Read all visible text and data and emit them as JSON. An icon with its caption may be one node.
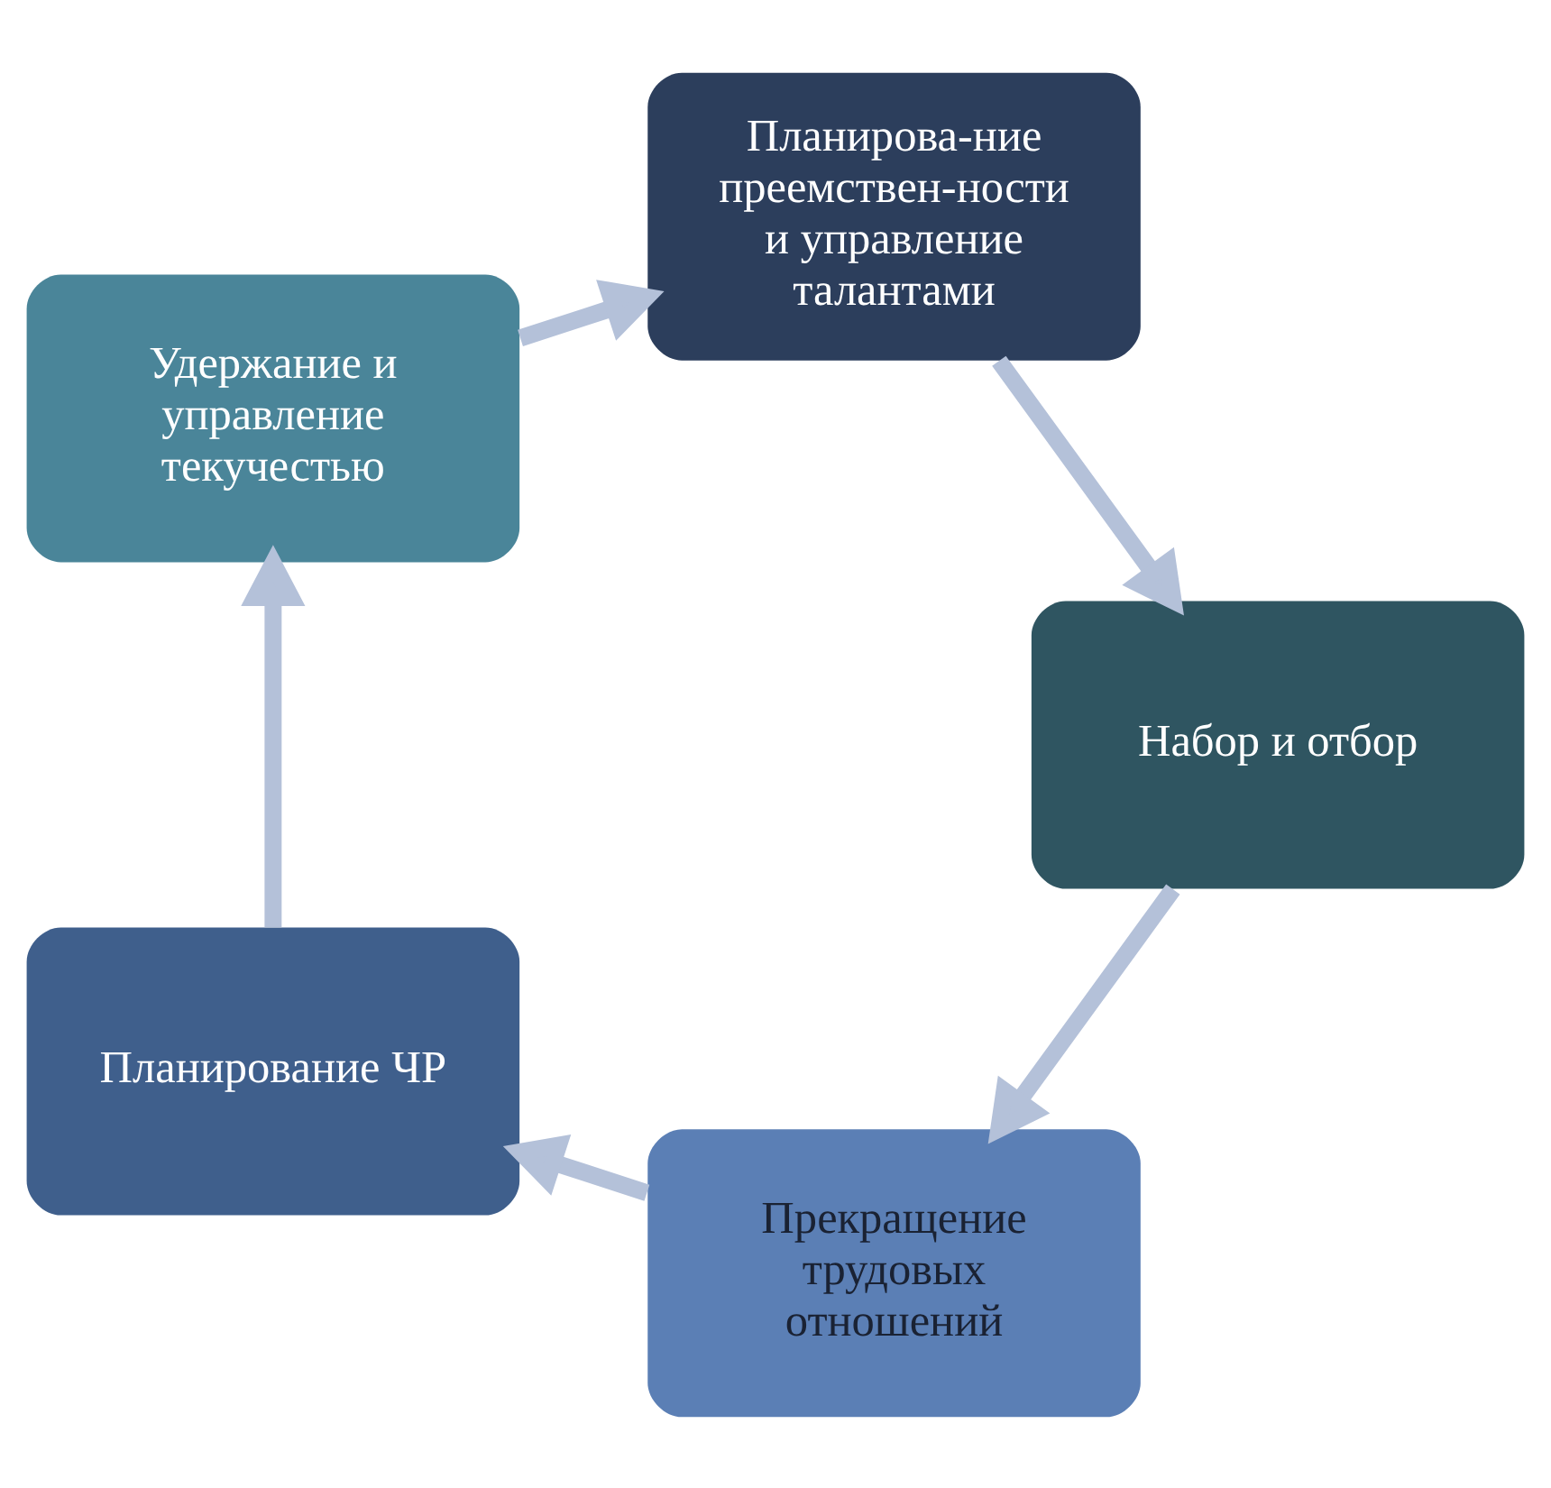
{
  "diagram": {
    "nodes": [
      {
        "text": [
          "Прекращение трудовых отношений"
        ]
      },
      {
        "text": [
          "Планирование ЧР"
        ]
      },
      {
        "text": [
          "Удержание и управление текучестью"
        ]
      },
      {
        "text": [
          "Планирова-ние преемствен-ности и управление талантами"
        ]
      },
      {
        "text": [
          "Набор и отбор"
        ]
      }
    ],
    "edges": [
      {
        "from": 0,
        "to": 1,
        "arrow": "to"
      },
      {
        "from": 1,
        "to": 2,
        "arrow": "to"
      },
      {
        "from": 2,
        "to": 3,
        "arrow": "to"
      },
      {
        "from": 3,
        "to": 4,
        "arrow": "to"
      },
      {
        "from": 4,
        "to": 0,
        "arrow": "to"
      }
    ]
  }
}
